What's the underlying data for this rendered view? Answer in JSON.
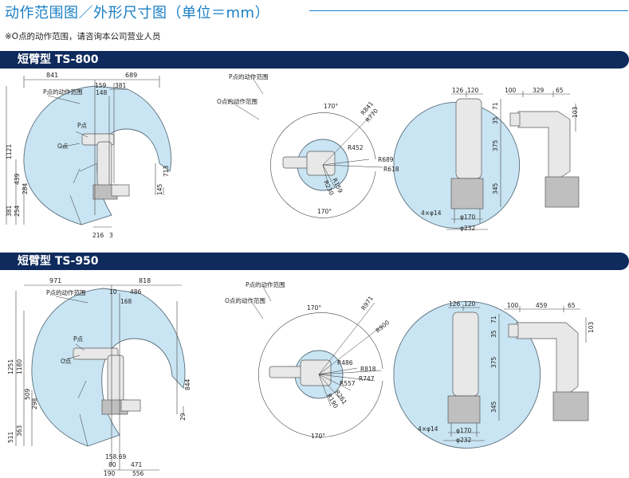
{
  "header": {
    "title": "动作范围图／外形尺寸图（单位＝mm）",
    "note": "※O点的动作范围，请咨询本公司营业人员"
  },
  "labels": {
    "p_range": "P点的动作范围",
    "o_range": "O点的动作范围",
    "p_point": "P点",
    "o_point": "O点",
    "hole": "4×φ14",
    "d170": "φ170",
    "d232": "φ232"
  },
  "ts800": {
    "band": "短臂型 TS-800",
    "side": {
      "top": [
        "841",
        "689",
        "159",
        "381",
        "148"
      ],
      "left": [
        "1121",
        "439",
        "284",
        "381",
        "254"
      ],
      "right": [
        "713",
        "145"
      ],
      "bottom": [
        "216",
        "3"
      ]
    },
    "plan": {
      "angles": [
        "170°",
        "170°"
      ],
      "radii": [
        "R841",
        "R770",
        "R452",
        "R689",
        "R618",
        "R159",
        "R230"
      ]
    },
    "front": [
      "126",
      "120"
    ],
    "profile": [
      "100",
      "329",
      "65",
      "71",
      "103",
      "35",
      "375",
      "345"
    ]
  },
  "ts950": {
    "band": "短臂型 TS-950",
    "side": {
      "top": [
        "971",
        "818",
        "10",
        "486",
        "168"
      ],
      "left": [
        "1251",
        "1180",
        "509",
        "298",
        "511",
        "363"
      ],
      "right": [
        "844",
        "29"
      ],
      "bottom": [
        "158.69",
        "80",
        "471",
        "190",
        "556"
      ]
    },
    "plan": {
      "angles": [
        "170°",
        "170°"
      ],
      "radii": [
        "R971",
        "R900",
        "R486",
        "R818",
        "R747",
        "R557",
        "R261",
        "R190"
      ]
    },
    "front": [
      "126",
      "120"
    ],
    "profile": [
      "100",
      "459",
      "65",
      "71",
      "103",
      "35",
      "375",
      "345"
    ]
  }
}
